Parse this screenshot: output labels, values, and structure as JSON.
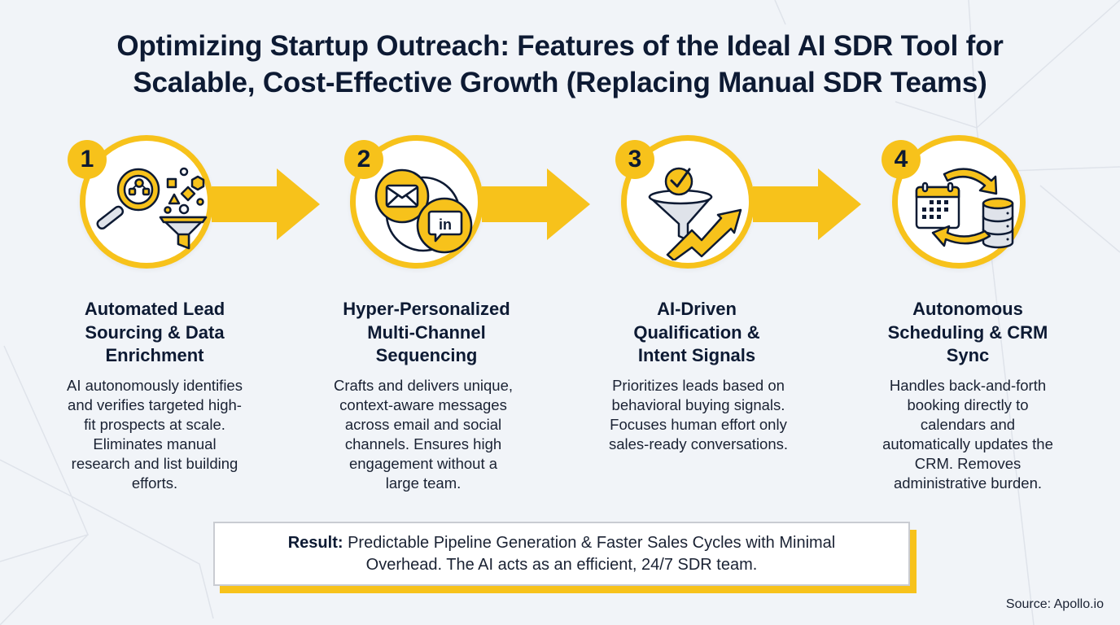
{
  "title": {
    "line1": "Optimizing Startup Outreach: Features of the Ideal AI SDR Tool for",
    "line2": "Scalable, Cost-Effective Growth (Replacing Manual SDR Teams)"
  },
  "colors": {
    "accent": "#f7c21b",
    "text_dark": "#0d1a33",
    "background": "#f1f4f8",
    "card_bg": "#ffffff"
  },
  "steps": [
    {
      "number": "1",
      "icon": "magnifier-funnel-icon",
      "title_lines": [
        "Automated Lead",
        "Sourcing & Data",
        "Enrichment"
      ],
      "desc_lines": [
        "AI autonomously identifies",
        "and verifies targeted high-",
        "fit prospects at scale.",
        "Eliminates manual",
        "research and list building",
        "efforts."
      ]
    },
    {
      "number": "2",
      "icon": "email-linkedin-icon",
      "title_lines": [
        "Hyper-Personalized",
        "Multi-Channel",
        "Sequencing"
      ],
      "desc_lines": [
        "Crafts and delivers unique,",
        "context-aware messages",
        "across email and social",
        "channels. Ensures high",
        "engagement without a",
        "large team."
      ]
    },
    {
      "number": "3",
      "icon": "funnel-check-growth-icon",
      "title_lines": [
        "AI-Driven",
        "Qualification &",
        "Intent Signals"
      ],
      "desc_lines": [
        "Prioritizes leads based on",
        "behavioral buying signals.",
        "Focuses human effort only",
        "sales-ready conversations."
      ]
    },
    {
      "number": "4",
      "icon": "calendar-database-sync-icon",
      "title_lines": [
        "Autonomous",
        "Scheduling & CRM",
        "Sync"
      ],
      "desc_lines": [
        "Handles back-and-forth",
        "booking directly to",
        "calendars and",
        "automatically updates the",
        "CRM. Removes",
        "administrative burden."
      ]
    }
  ],
  "result": {
    "label": "Result:",
    "text_line1": " Predictable Pipeline Generation & Faster Sales Cycles with Minimal",
    "text_line2": "Overhead. The AI acts as an efficient, 24/7 SDR team."
  },
  "source": "Source: Apollo.io"
}
